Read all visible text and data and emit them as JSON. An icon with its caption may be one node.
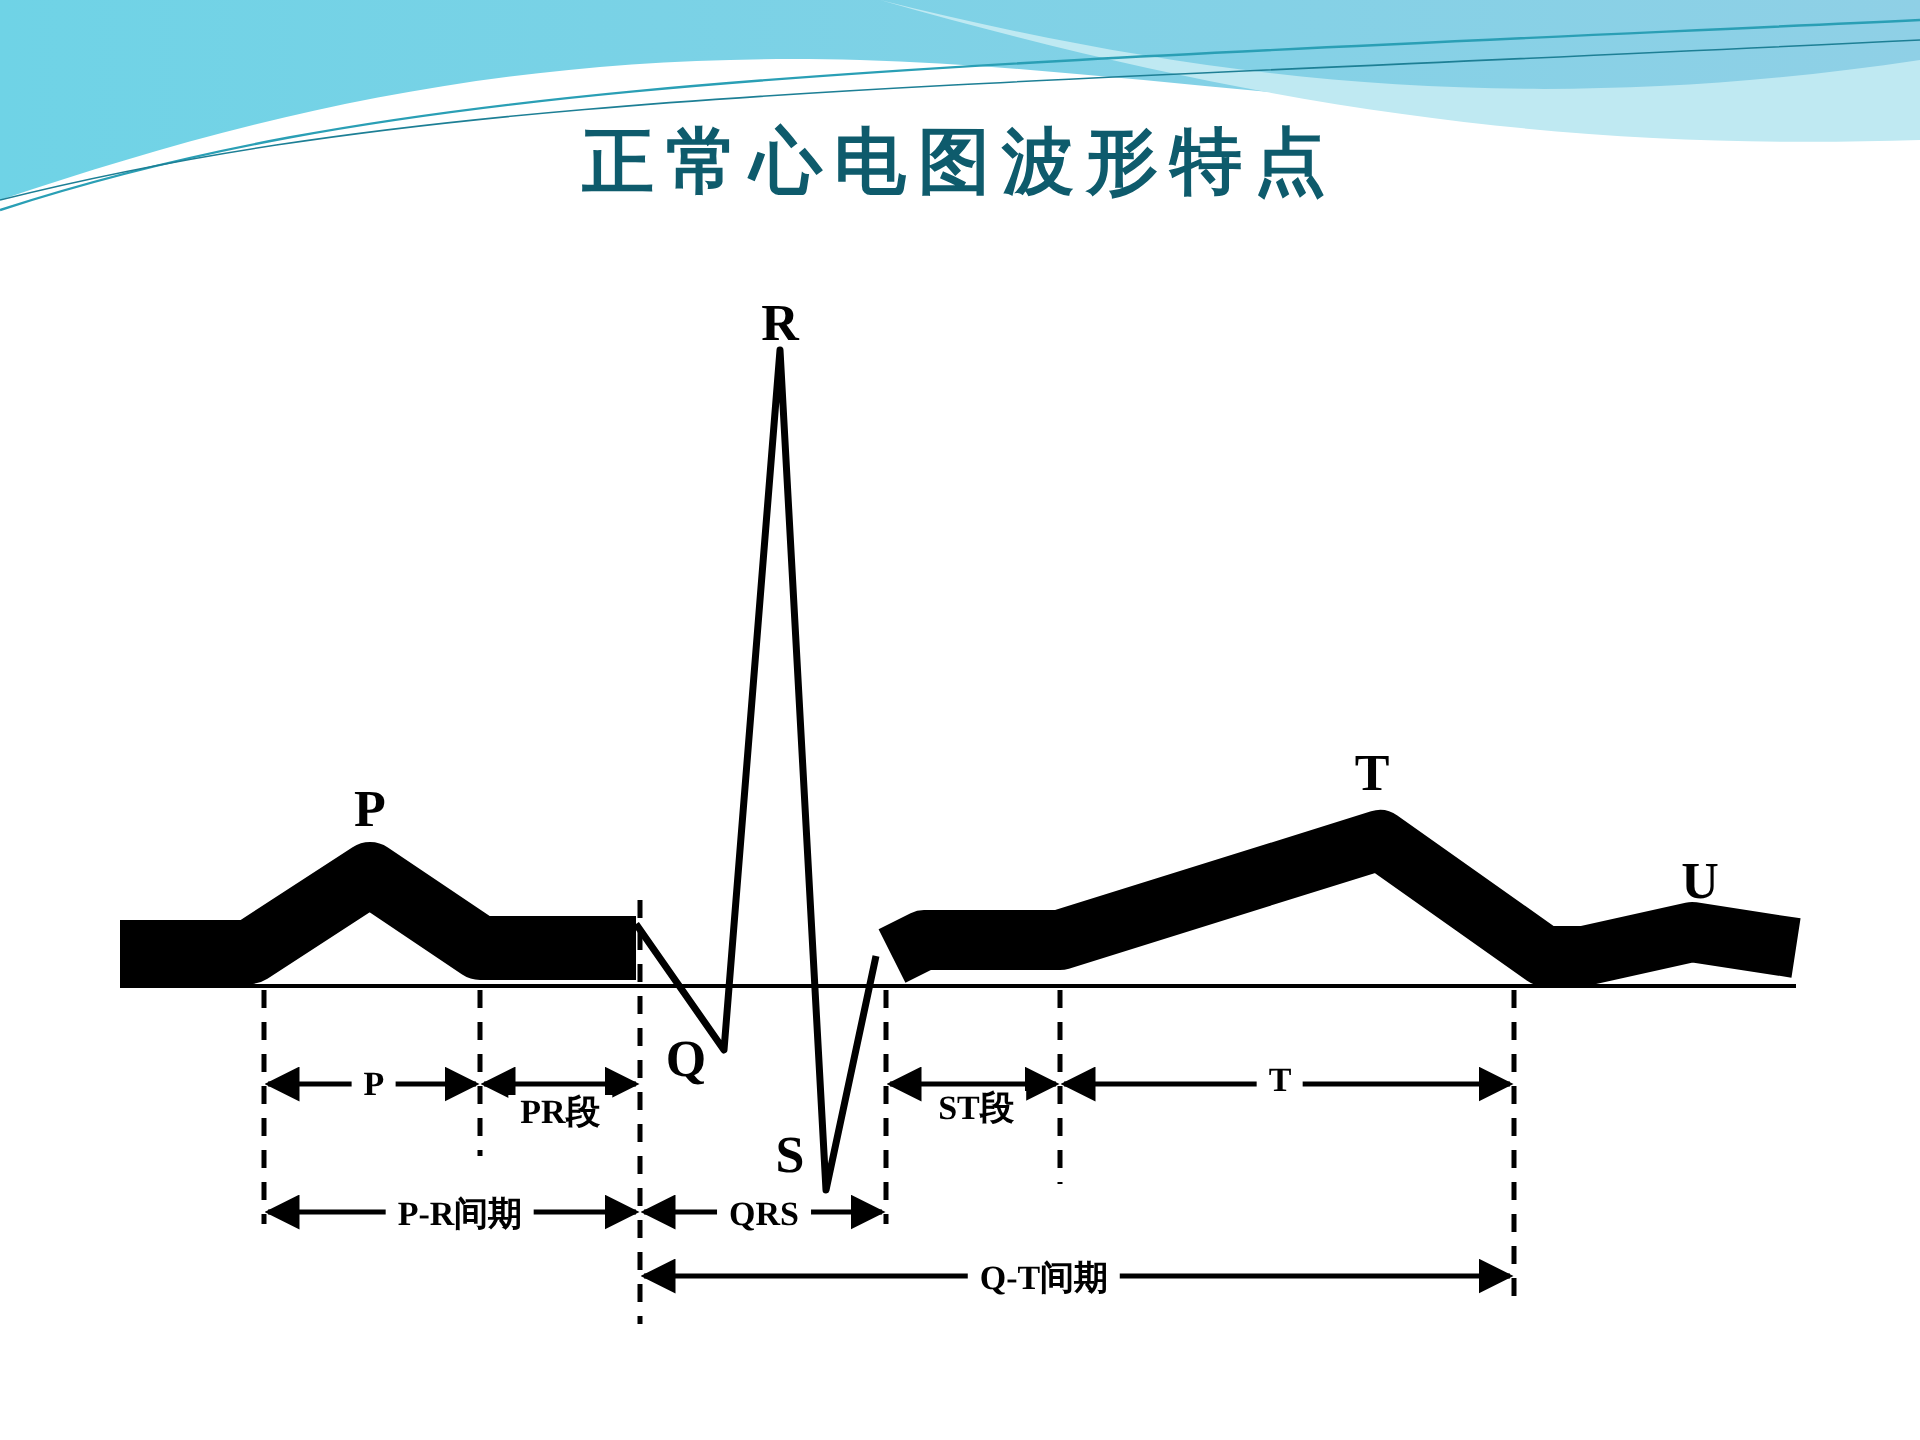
{
  "diagram": {
    "title": "正常心电图波形特点",
    "labels": [
      "R",
      "P",
      "T",
      "U",
      "Q",
      "P",
      "PR段",
      "ST段",
      "T",
      "S",
      "P-R间期",
      "QRS",
      "Q-T间期"
    ]
  }
}
